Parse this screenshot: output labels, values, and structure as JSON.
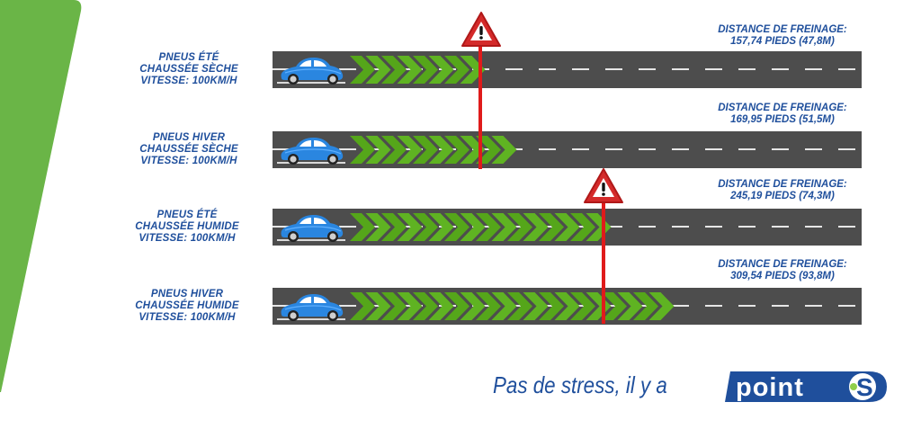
{
  "colors": {
    "accent_green": "#6ab547",
    "brand_blue": "#1f4f9c",
    "road_gray": "#4d4d4d",
    "chevron_green": "#5aad1f",
    "stop_red": "#e01b1b"
  },
  "rows": [
    {
      "tires": "PNEUS ÉTÉ",
      "road": "CHAUSSÉE SÈCHE",
      "speed": "VITESSE: 100KM/H",
      "distance_label": "DISTANCE DE FREINAGE:",
      "distance_value": "157,74 PIEDS (47,8M)",
      "chevron_count": 8
    },
    {
      "tires": "PNEUS HIVER",
      "road": "CHAUSSÉE SÈCHE",
      "speed": "VITESSE: 100KM/H",
      "distance_label": "DISTANCE DE FREINAGE:",
      "distance_value": "169,95 PIEDS (51,5M)",
      "chevron_count": 10
    },
    {
      "tires": "PNEUS ÉTÉ",
      "road": "CHAUSSÉE HUMIDE",
      "speed": "VITESSE: 100KM/H",
      "distance_label": "DISTANCE DE FREINAGE:",
      "distance_value": "245,19 PIEDS (74,3M)",
      "chevron_count": 16
    },
    {
      "tires": "PNEUS HIVER",
      "road": "CHAUSSÉE HUMIDE",
      "speed": "VITESSE: 100KM/H",
      "distance_label": "DISTANCE DE FREINAGE:",
      "distance_value": "309,54 PIEDS (93,8M)",
      "chevron_count": 20
    }
  ],
  "icons": {
    "warning": "warning-triangle-icon",
    "car": "car-icon",
    "chevron": "chevron-right-icon"
  },
  "footer": {
    "slogan": "Pas de stress, il y a",
    "brand": "point",
    "brand_suffix": "S"
  }
}
